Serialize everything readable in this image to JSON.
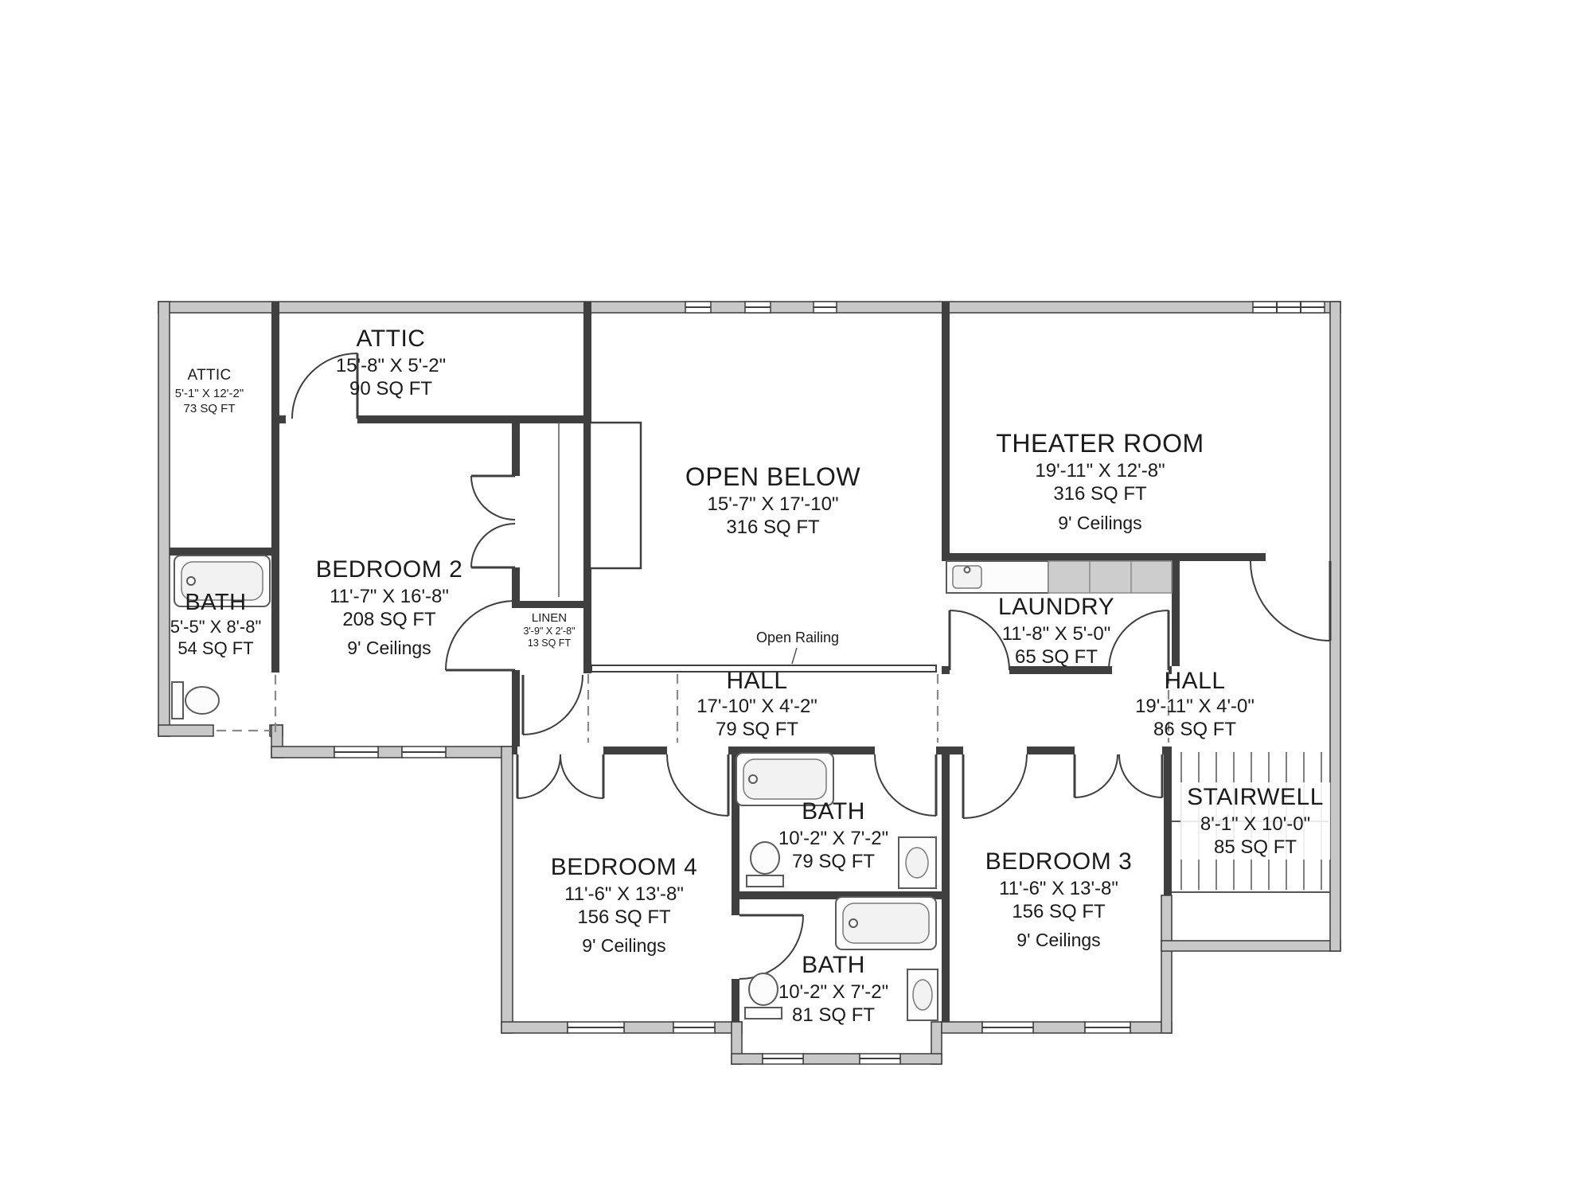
{
  "rooms": {
    "attic_small": {
      "name": "ATTIC",
      "dims": "5'-1\" X 12'-2\"",
      "area": "73 SQ FT"
    },
    "attic": {
      "name": "ATTIC",
      "dims": "15'-8\" X 5'-2\"",
      "area": "90 SQ FT"
    },
    "open_below": {
      "name": "OPEN BELOW",
      "dims": "15'-7\" X 17'-10\"",
      "area": "316 SQ FT"
    },
    "theater": {
      "name": "THEATER ROOM",
      "dims": "19'-11\" X 12'-8\"",
      "area": "316 SQ FT",
      "ceilings": "9' Ceilings"
    },
    "bath_left": {
      "name": "BATH",
      "dims": "5'-5\" X 8'-8\"",
      "area": "54 SQ FT"
    },
    "bedroom2": {
      "name": "BEDROOM 2",
      "dims": "11'-7\" X 16'-8\"",
      "area": "208 SQ FT",
      "ceilings": "9' Ceilings"
    },
    "linen": {
      "name": "LINEN",
      "dims": "3'-9\" X 2'-8\"",
      "area": "13 SQ FT"
    },
    "laundry": {
      "name": "LAUNDRY",
      "dims": "11'-8\" X 5'-0\"",
      "area": "65 SQ FT"
    },
    "hall_center": {
      "name": "HALL",
      "dims": "17'-10\" X 4'-2\"",
      "area": "79 SQ FT"
    },
    "hall_right": {
      "name": "HALL",
      "dims": "19'-11\" X 4'-0\"",
      "area": "86 SQ FT"
    },
    "bath_center": {
      "name": "BATH",
      "dims": "10'-2\" X 7'-2\"",
      "area": "79 SQ FT"
    },
    "bedroom4": {
      "name": "BEDROOM 4",
      "dims": "11'-6\" X 13'-8\"",
      "area": "156 SQ FT",
      "ceilings": "9' Ceilings"
    },
    "bedroom3": {
      "name": "BEDROOM 3",
      "dims": "11'-6\" X 13'-8\"",
      "area": "156 SQ FT",
      "ceilings": "9' Ceilings"
    },
    "stairwell": {
      "name": "STAIRWELL",
      "dims": "8'-1\" X 10'-0\"",
      "area": "85 SQ FT"
    },
    "bath_bottom": {
      "name": "BATH",
      "dims": "10'-2\" X 7'-2\"",
      "area": "81 SQ FT"
    }
  },
  "annotations": {
    "open_railing": "Open Railing"
  },
  "colors": {
    "wall_interior": "#3f3f3f",
    "wall_exterior_fill": "#c8c8c8",
    "text": "#1b1b1b",
    "background": "#ffffff"
  }
}
